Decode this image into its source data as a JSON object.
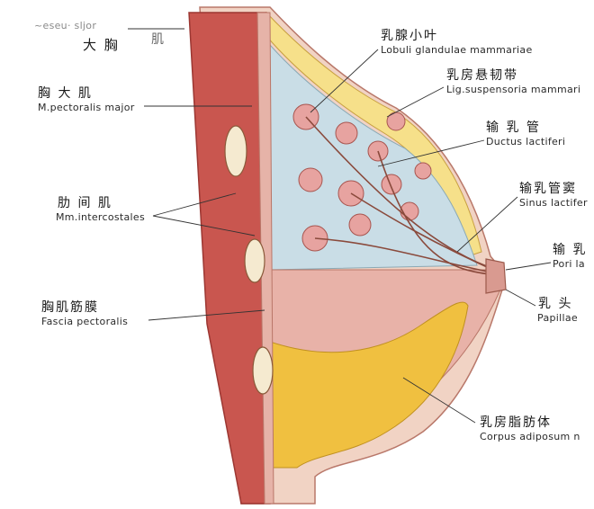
{
  "colors": {
    "muscle": "#c9564f",
    "muscle_dark": "#9c3732",
    "fascia": "#e6b3a8",
    "fat": "#f0c040",
    "fat_light": "#f6e08a",
    "lobule": "#e7a3a0",
    "skin": "#f1d3c4",
    "leader": "#333333"
  },
  "labels": {
    "top_fragment_1": "~eseu· sljor",
    "top_fragment_2": "大 胸",
    "top_fragment_3": "肌",
    "pect_major_cn": "胸 大 肌",
    "pect_major_lat": "M.pectoralis major",
    "intercostales_cn": "肋 间 肌",
    "intercostales_lat": "Mm.intercostales",
    "fascia_cn": "胸肌筋膜",
    "fascia_lat": "Fascia pectoralis",
    "lobuli_cn": "乳腺小叶",
    "lobuli_lat": "Lobuli glandulae mammariae",
    "lig_cn": "乳房悬韧带",
    "lig_lat": "Lig.suspensoria mammari",
    "ductus_cn": "输 乳 管",
    "ductus_lat": "Ductus lactiferi",
    "sinus_cn": "输乳管窦",
    "sinus_lat": "Sinus lactifer",
    "pori_cn": "输 乳",
    "pori_lat": "Pori la",
    "papilla_cn": "乳 头",
    "papilla_lat": "Papillae",
    "corpus_cn": "乳房脂肪体",
    "corpus_lat": "Corpus adiposum n"
  }
}
